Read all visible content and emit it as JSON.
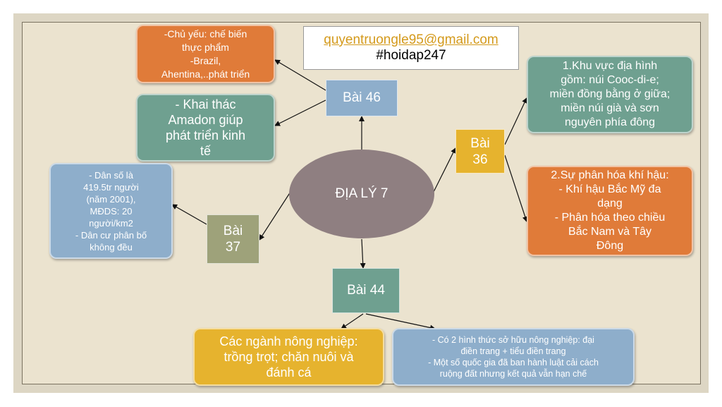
{
  "contact": {
    "email": "quyentruongle95@gmail.com",
    "hashtag": "#hoidap247"
  },
  "center": {
    "label": "ĐỊA LÝ 7"
  },
  "lessons": {
    "bai46": {
      "line1": "Bài 46"
    },
    "bai36": {
      "line1": "Bài",
      "line2": "36"
    },
    "bai37": {
      "line1": "Bài",
      "line2": "37"
    },
    "bai44": {
      "line1": "Bài 44"
    }
  },
  "notes": {
    "food": [
      "-Chủ yếu: chế biến",
      "thực phẩm",
      "-Brazil,",
      "Ahentina,..phát triển"
    ],
    "amazon": [
      "-   Khai thác",
      "Amadon giúp",
      "phát triển kinh",
      "tế"
    ],
    "population": [
      "-    Dân số là",
      "419.5tr người",
      "(năm 2001),",
      "MĐDS: 20",
      "người/km2",
      "-    Dân cư phân bố",
      "không đều"
    ],
    "terrain": [
      "1.Khu vực địa hình",
      "gồm: núi Cooc-di-e;",
      "miền đồng bằng ở giữa;",
      "miền núi già và sơn",
      "nguyên phía đông"
    ],
    "climate": [
      "2.Sự phân hóa khí hậu:",
      "-   Khí hậu Bắc Mỹ đa",
      "dạng",
      "-   Phân hóa theo chiều",
      "Bắc Nam và Tây",
      "Đông"
    ],
    "agriculture": [
      "Các ngành nông nghiệp:",
      "trồng trọt; chăn nuôi và",
      "đánh cá"
    ],
    "ownership": [
      "-    Có 2 hình thức sở hữu nông nghiệp: đại",
      "điền trang + tiểu điền trang",
      "-    Một số quốc gia đã ban hành luật cải cách",
      "ruộng đất nhưng kết quả vẫn hạn chế"
    ]
  },
  "colors": {
    "orange": "#e07b39",
    "teal": "#6fa090",
    "blue": "#8eaecb",
    "gold": "#e6b32e",
    "olive": "#9ea27a",
    "mauve": "#8f7f81",
    "background": "#ebe3cf"
  }
}
